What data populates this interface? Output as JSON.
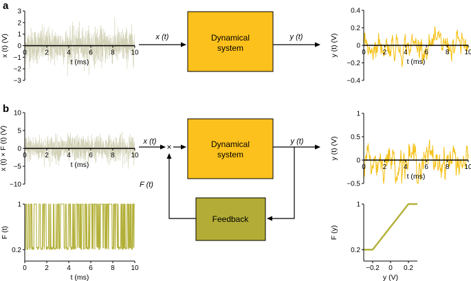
{
  "panels": [
    {
      "letter": "a",
      "chart_data": [
        {
          "type": "line",
          "ylabel": "x (t) (V)",
          "xlabel": "t (ms)",
          "xlim": [
            0,
            10
          ],
          "ylim": [
            -3,
            3
          ],
          "xticks": [
            "0",
            "2",
            "4",
            "6",
            "8",
            "10"
          ],
          "yticks": [
            "−3",
            "−2",
            "−1",
            "0",
            "1",
            "2",
            "3"
          ],
          "series": [
            {
              "kind": "gaussian-noise",
              "std": 0.75,
              "n": 900
            }
          ]
        },
        {
          "type": "line",
          "ylabel": "y (t) (V)",
          "xlabel": "t (ms)",
          "xlim": [
            0,
            10
          ],
          "ylim": [
            -0.4,
            0.4
          ],
          "xticks": [
            "0",
            "2",
            "4",
            "6",
            "8",
            "10"
          ],
          "yticks": [
            "−0.4",
            "−0.2",
            "0",
            "0.2",
            "0.4"
          ],
          "series": [
            {
              "kind": "filtered-noise",
              "std": 0.1,
              "n": 260
            }
          ]
        }
      ],
      "diagram": {
        "input_label": "x (t)",
        "output_label": "y (t)",
        "system_label": [
          "Dynamical",
          "system"
        ]
      }
    },
    {
      "letter": "b",
      "chart_data": [
        {
          "type": "line",
          "ylabel": "x (t) × F (t) (V)",
          "xlabel": "t (ms)",
          "xlim": [
            0,
            10
          ],
          "ylim": [
            -10,
            10
          ],
          "xticks": [
            "0",
            "2",
            "4",
            "6",
            "8",
            "10"
          ],
          "yticks": [
            "−10",
            "−5",
            "0",
            "5",
            "10"
          ],
          "series": [
            {
              "kind": "gaussian-noise",
              "std": 1.8,
              "n": 900
            }
          ]
        },
        {
          "type": "line",
          "ylabel": "y (t) (V)",
          "xlabel": "t (ms)",
          "xlim": [
            0,
            10
          ],
          "ylim": [
            -0.5,
            1
          ],
          "xticks": [
            "0",
            "2",
            "4",
            "6",
            "8",
            "10"
          ],
          "yticks": [
            "−0.5",
            "0",
            "0.5",
            "1"
          ],
          "series": [
            {
              "kind": "filtered-noise",
              "std": 0.25,
              "n": 260
            }
          ]
        },
        {
          "type": "line",
          "ylabel": "F (t)",
          "xlabel": "t (ms)",
          "xlim": [
            0,
            10
          ],
          "ylim": [
            0,
            1
          ],
          "xticks": [
            "0",
            "2",
            "4",
            "6",
            "8",
            "10"
          ],
          "yticks": [
            "0.2",
            "1"
          ],
          "series": [
            {
              "kind": "switching",
              "low": 0.2,
              "high": 1,
              "n": 400
            }
          ]
        },
        {
          "type": "line",
          "ylabel": "F (y)",
          "xlabel": "y (V)",
          "xlim": [
            -0.3,
            0.3
          ],
          "ylim": [
            0,
            1
          ],
          "xticks": [
            "−0.2",
            "0",
            "0.2"
          ],
          "yticks": [
            "0.2",
            "1"
          ],
          "series": [
            {
              "name": "",
              "x": [
                -0.3,
                -0.2,
                0.2,
                0.3
              ],
              "y": [
                0.2,
                0.2,
                1,
                1
              ]
            }
          ]
        }
      ],
      "diagram": {
        "input_label": "x (t)",
        "output_label": "y (t)",
        "multiply_symbol": "×",
        "feedback_signal_label": "F (t)",
        "system_label": [
          "Dynamical",
          "system"
        ],
        "feedback_label": "Feedback"
      }
    }
  ],
  "colors": {
    "input_trace": "#d3d2b8",
    "output_trace": "#f5c21b",
    "feedback_trace": "#b3b03a",
    "system_box": "#fcc11c",
    "feedback_box": "#b3ad37",
    "axis": "#000000"
  }
}
